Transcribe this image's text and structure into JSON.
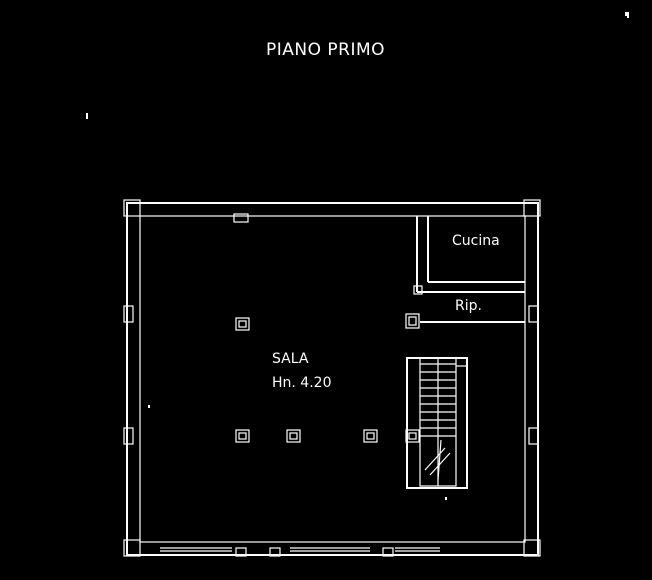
{
  "plan": {
    "title": "PIANO PRIMO",
    "rooms": {
      "cucina": "Cucina",
      "rip": "Rip.",
      "sala": "SALA",
      "sala_height": "Hn.   4.20"
    }
  }
}
